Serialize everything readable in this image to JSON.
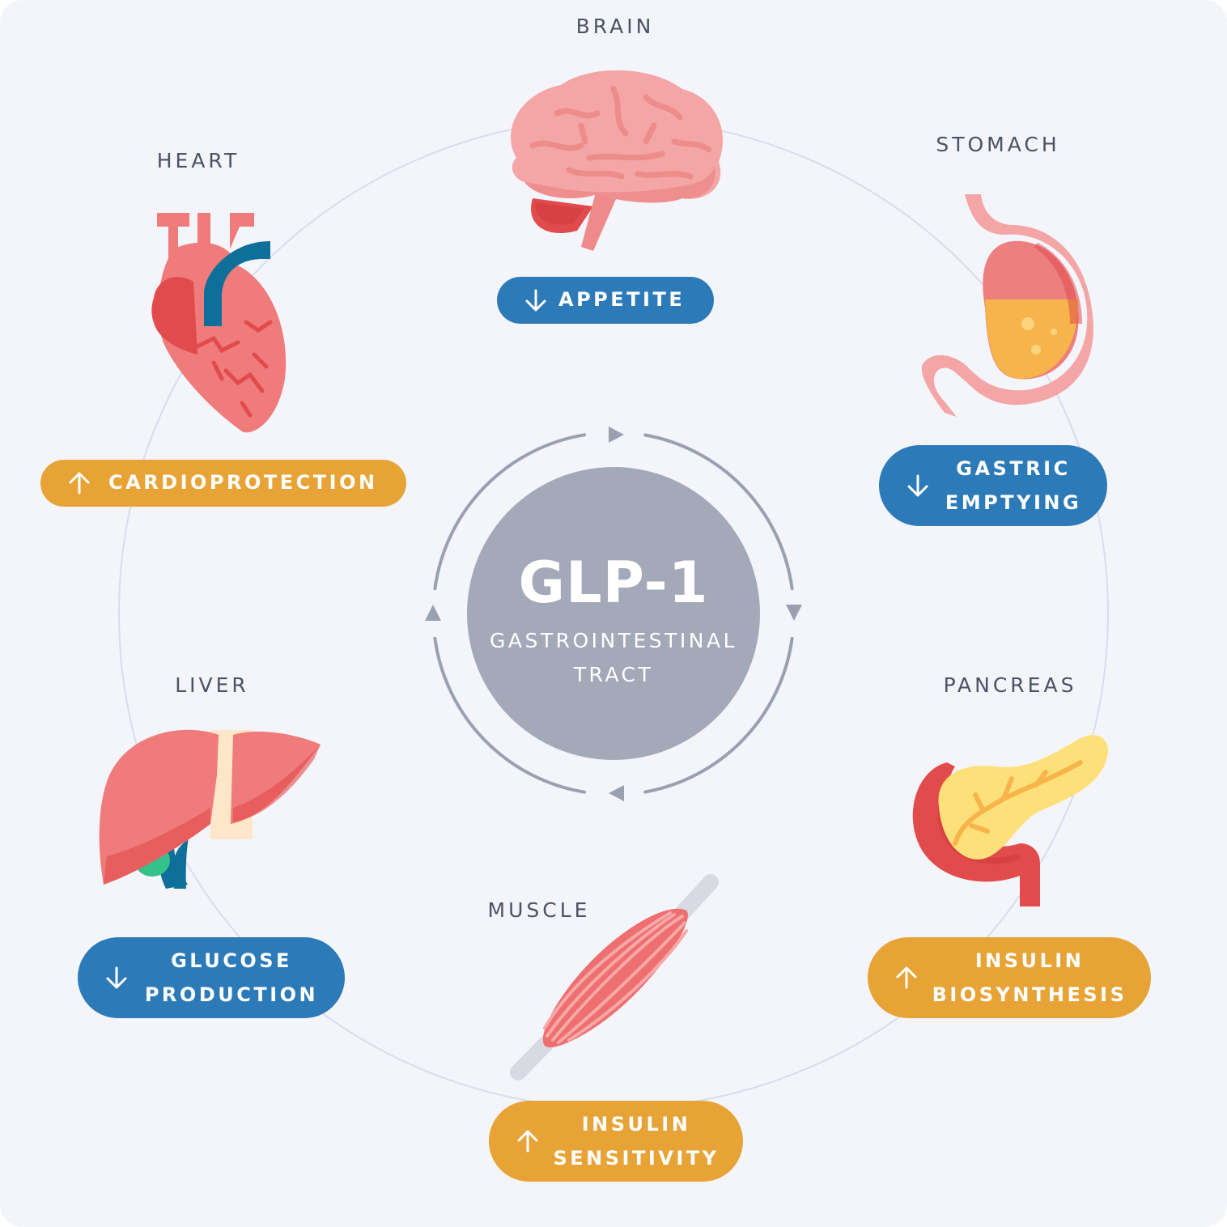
{
  "center": {
    "title": "GLP-1",
    "subtitle_line1": "GASTROINTESTINAL",
    "subtitle_line2": "TRACT"
  },
  "organs": {
    "brain": {
      "label": "BRAIN",
      "effect": "APPETITE",
      "direction": "decrease",
      "icon": "brain-icon"
    },
    "stomach": {
      "label": "STOMACH",
      "effect_line1": "GASTRIC",
      "effect_line2": "EMPTYING",
      "direction": "decrease",
      "icon": "stomach-icon"
    },
    "pancreas": {
      "label": "PANCREAS",
      "effect_line1": "INSULIN",
      "effect_line2": "BIOSYNTHESIS",
      "direction": "increase",
      "icon": "pancreas-icon"
    },
    "muscle": {
      "label": "MUSCLE",
      "effect_line1": "INSULIN",
      "effect_line2": "SENSITIVITY",
      "direction": "increase",
      "icon": "muscle-icon"
    },
    "liver": {
      "label": "LIVER",
      "effect_line1": "GLUCOSE",
      "effect_line2": "PRODUCTION",
      "direction": "decrease",
      "icon": "liver-icon"
    },
    "heart": {
      "label": "HEART",
      "effect": "CARDIOPROTECTION",
      "direction": "increase",
      "icon": "heart-icon"
    }
  },
  "colors": {
    "decrease": "#2c7ab8",
    "increase": "#e7a336",
    "center": "#a3a9b8",
    "background": "#f3f5fb"
  }
}
